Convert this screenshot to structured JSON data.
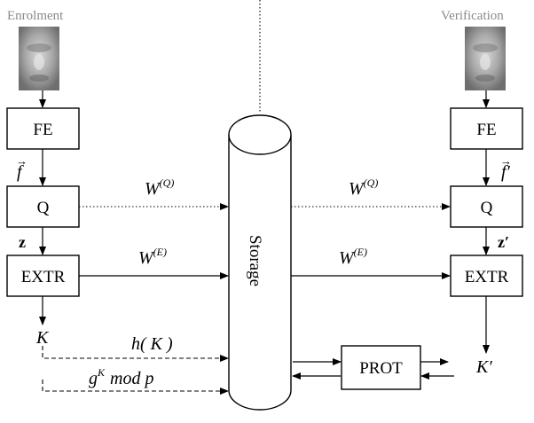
{
  "labels": {
    "enrolment": "Enrolment",
    "verification": "Verification",
    "fe_left": "FE",
    "fe_right": "FE",
    "q_left": "Q",
    "q_right": "Q",
    "extr_left": "EXTR",
    "extr_right": "EXTR",
    "storage": "Storage",
    "prot": "PROT"
  },
  "math": {
    "f_left": "f",
    "f_right": "f′",
    "z_left": "z",
    "z_right": "z′",
    "w_q_base": "W",
    "w_q_sup": "(Q)",
    "w_e_base": "W",
    "w_e_sup": "(E)",
    "k_left": "K",
    "k_right": "K′",
    "hash_label": "h( K )",
    "g_base": "g",
    "g_sup": "K",
    "g_rest": "mod p"
  },
  "icons": [
    "face-image-enrolment",
    "face-image-verification",
    "arrow-icon"
  ]
}
